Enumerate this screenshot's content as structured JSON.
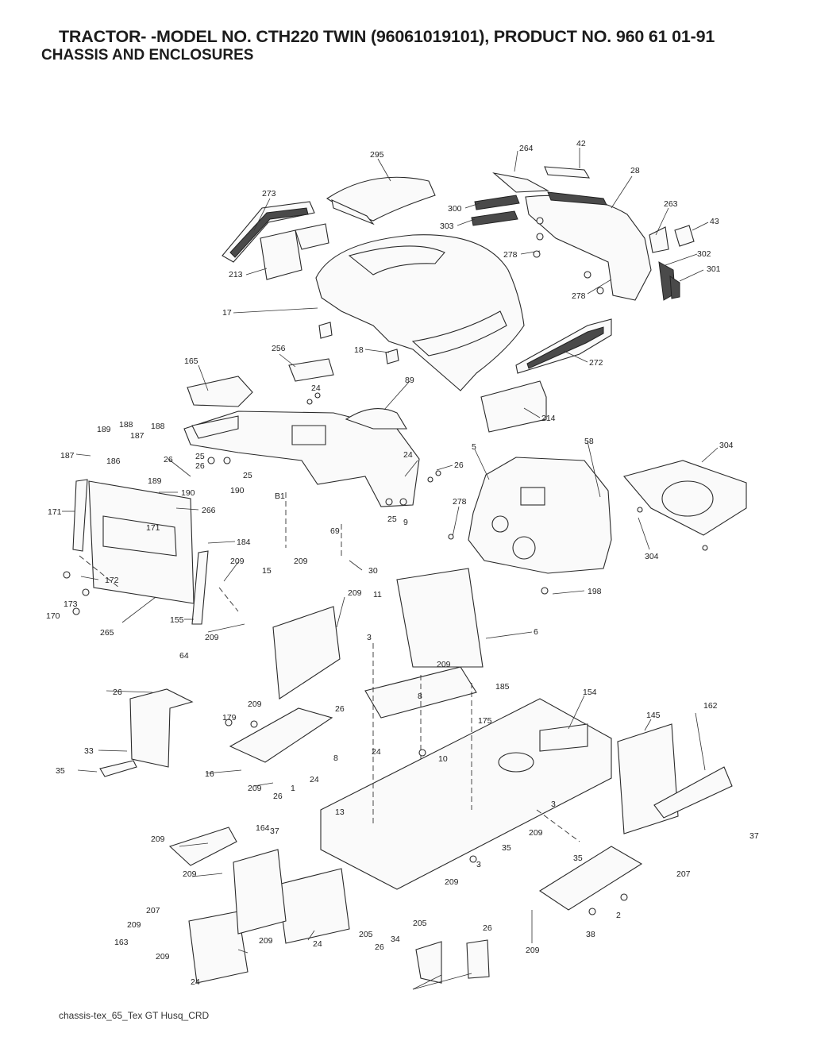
{
  "header": {
    "title": "TRACTOR- -MODEL NO. CTH220 TWIN (96061019101), PRODUCT NO. 960 61 01-91",
    "subtitle": "CHASSIS AND ENCLOSURES"
  },
  "footer": {
    "code": "chassis-tex_65_Tex GT Husq_CRD"
  },
  "callouts": [
    "295",
    "264",
    "42",
    "28",
    "273",
    "300",
    "303",
    "263",
    "43",
    "278",
    "302",
    "301",
    "213",
    "17",
    "278",
    "18",
    "272",
    "256",
    "165",
    "24",
    "89",
    "214",
    "189",
    "188",
    "187",
    "188",
    "187",
    "186",
    "189",
    "26",
    "25",
    "25",
    "26",
    "190",
    "190",
    "266",
    "171",
    "171",
    "184",
    "209",
    "B1",
    "209",
    "69",
    "30",
    "24",
    "26",
    "25",
    "9",
    "5",
    "58",
    "304",
    "278",
    "304",
    "198",
    "172",
    "173",
    "170",
    "265",
    "155",
    "209",
    "15",
    "11",
    "209",
    "64",
    "6",
    "209",
    "3",
    "8",
    "175",
    "26",
    "209",
    "26",
    "179",
    "185",
    "33",
    "35",
    "16",
    "8",
    "10",
    "24",
    "209",
    "24",
    "26",
    "1",
    "13",
    "154",
    "145",
    "162",
    "3",
    "37",
    "164",
    "209",
    "209",
    "35",
    "37",
    "3",
    "35",
    "209",
    "209",
    "207",
    "207",
    "209",
    "209",
    "163",
    "209",
    "205",
    "24",
    "24",
    "205",
    "26",
    "34",
    "26",
    "2",
    "209",
    "38"
  ]
}
